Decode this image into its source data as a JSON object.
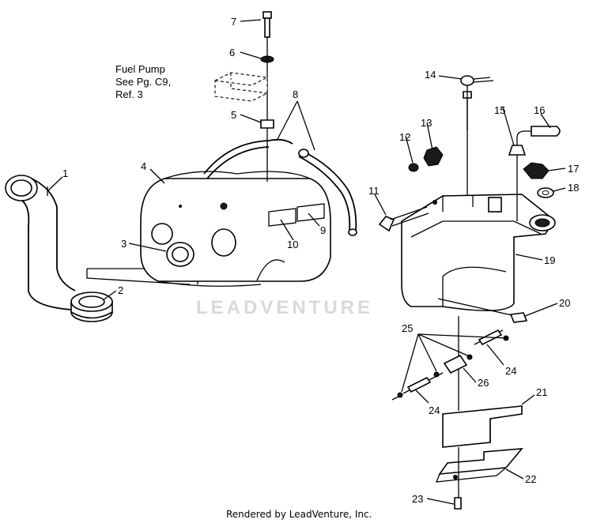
{
  "note": {
    "line1": "Fuel Pump",
    "line2": "See Pg. C9,",
    "line3": "Ref. 3"
  },
  "watermark": "LEADVENTURE",
  "footer": "Rendered by LeadVenture, Inc.",
  "callouts": {
    "c1": "1",
    "c2": "2",
    "c3": "3",
    "c4": "4",
    "c5": "5",
    "c6": "6",
    "c7": "7",
    "c8": "8",
    "c9": "9",
    "c10": "10",
    "c11": "11",
    "c12": "12",
    "c13": "13",
    "c14": "14",
    "c15": "15",
    "c16": "16",
    "c17": "17",
    "c18": "18",
    "c19": "19",
    "c20": "20",
    "c21": "21",
    "c22": "22",
    "c23": "23",
    "c24a": "24",
    "c24b": "24",
    "c25": "25",
    "c26": "26"
  }
}
